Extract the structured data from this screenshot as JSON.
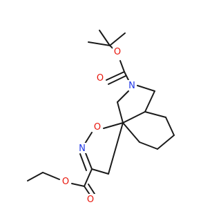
{
  "molecule": {
    "colors": {
      "bond": "#1a1a1a",
      "oxygen": "#e8140a",
      "nitrogen": "#1d35e6",
      "background": "#ffffff"
    },
    "atoms": {
      "o_carbonyl_boc": "O",
      "o_ester_boc": "O",
      "n_amine": "N",
      "o_isoxazoline": "O",
      "n_isoxazoline": "N",
      "o_carbonyl_ethyl": "O",
      "o_ester_ethyl": "O"
    }
  }
}
